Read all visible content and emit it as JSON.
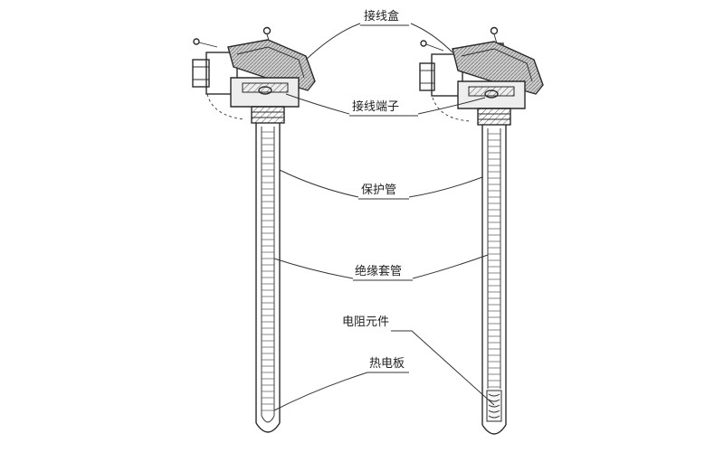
{
  "labels": {
    "junction_box": "接线盒",
    "terminal_block": "接线端子",
    "protection_tube": "保护管",
    "insulating_sleeve": "绝缘套管",
    "resistor_element": "电阻元件",
    "thermocouple_plate": "热电板"
  },
  "colors": {
    "ink": "#2a2a2a",
    "background": "#ffffff",
    "head_fill": "#d9d9d9",
    "head_dark": "#8c8c8c"
  }
}
